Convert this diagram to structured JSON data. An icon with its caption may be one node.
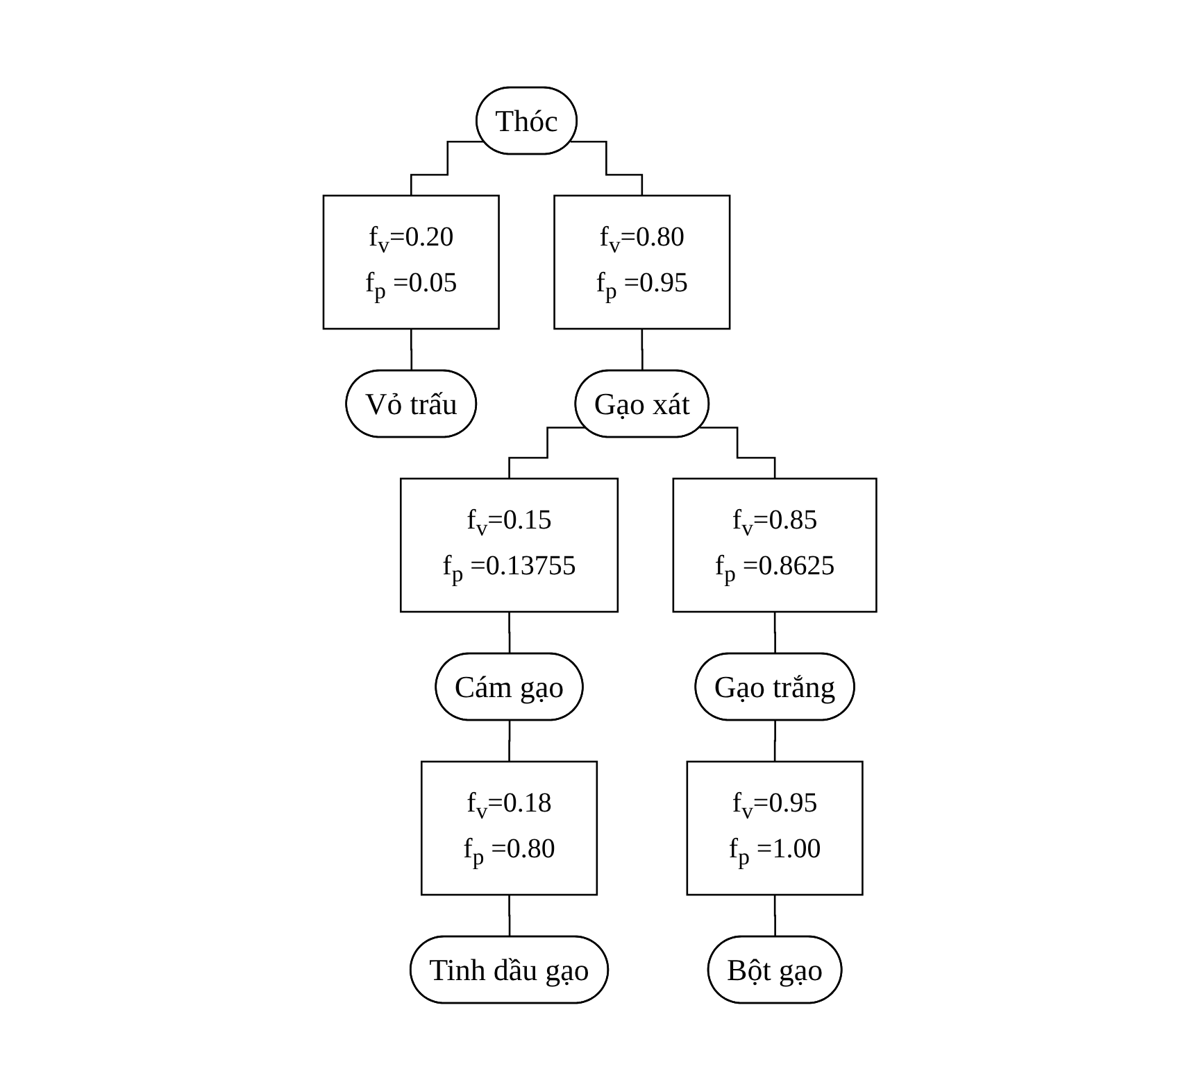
{
  "diagram": {
    "nodes": [
      {
        "text": [
          "Thóc"
        ]
      },
      {
        "text": [
          "f$_{v}$=0.20",
          "f$_{p}$ =0.05"
        ]
      },
      {
        "text": [
          "f$_{v}$=0.80",
          "f$_{p}$ =0.95"
        ]
      },
      {
        "text": [
          "Vỏ trấu"
        ]
      },
      {
        "text": [
          "Gạo xát"
        ]
      },
      {
        "text": [
          "f$_{v}$=0.15",
          "f$_{p}$ =0.13755"
        ]
      },
      {
        "text": [
          "f$_{v}$=0.85",
          "f$_{p}$ =0.8625"
        ]
      },
      {
        "text": [
          "Cám gạo"
        ]
      },
      {
        "text": [
          "Gạo trắng"
        ]
      },
      {
        "text": [
          "f$_{v}$=0.18",
          "f$_{p}$ =0.80"
        ]
      },
      {
        "text": [
          "f$_{v}$=0.95",
          "f$_{p}$ =1.00"
        ]
      },
      {
        "text": [
          "Tinh dầu gạo"
        ]
      },
      {
        "text": [
          "Bột gạo"
        ]
      }
    ],
    "edges": [
      {
        "from": 0,
        "to": 1,
        "arrow": "none"
      },
      {
        "from": 0,
        "to": 2,
        "arrow": "none"
      },
      {
        "from": 1,
        "to": 3,
        "arrow": "none"
      },
      {
        "from": 2,
        "to": 4,
        "arrow": "none"
      },
      {
        "from": 4,
        "to": 5,
        "arrow": "none"
      },
      {
        "from": 4,
        "to": 6,
        "arrow": "none"
      },
      {
        "from": 5,
        "to": 7,
        "arrow": "none"
      },
      {
        "from": 6,
        "to": 8,
        "arrow": "none"
      },
      {
        "from": 7,
        "to": 9,
        "arrow": "none"
      },
      {
        "from": 8,
        "to": 10,
        "arrow": "none"
      },
      {
        "from": 9,
        "to": 11,
        "arrow": "none"
      },
      {
        "from": 10,
        "to": 12,
        "arrow": "none"
      }
    ]
  }
}
